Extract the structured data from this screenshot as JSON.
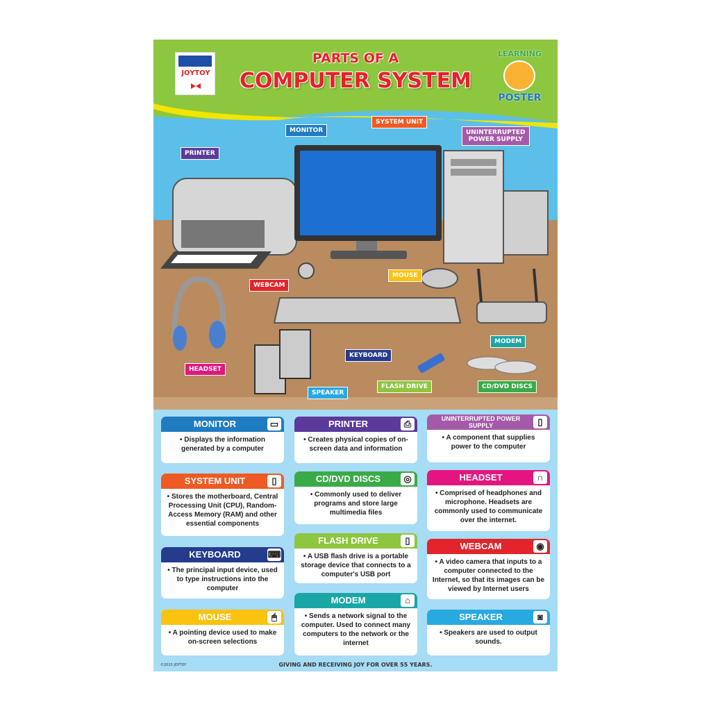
{
  "header": {
    "title_line1": "PARTS OF A",
    "title_line2": "COMPUTER SYSTEM",
    "brand_logo": "JOYTOY",
    "badge_top": "LEARNING",
    "badge_bottom": "POSTER"
  },
  "scene_labels": {
    "printer": "PRINTER",
    "monitor": "MONITOR",
    "system_unit": "SYSTEM UNIT",
    "ups": "UNINTERRUPTED\nPOWER SUPPLY",
    "webcam": "WEBCAM",
    "mouse": "MOUSE",
    "keyboard": "KEYBOARD",
    "modem": "MODEM",
    "headset": "HEADSET",
    "speaker": "SPEAKER",
    "flash_drive": "FLASH DRIVE",
    "cd_dvd": "CD/DVD DISCS"
  },
  "cards": [
    {
      "id": "monitor",
      "title": "MONITOR",
      "icon": "monitor-icon",
      "color": "#1f7cc1",
      "text": "• Displays the information generated by a computer"
    },
    {
      "id": "system-unit",
      "title": "SYSTEM UNIT",
      "icon": "system-unit-icon",
      "color": "#ef5a24",
      "text": "• Stores the motherboard, Central Processing Unit (CPU), Random-Access Memory (RAM) and other essential components"
    },
    {
      "id": "keyboard",
      "title": "KEYBOARD",
      "icon": "keyboard-icon",
      "color": "#253b8c",
      "text": "• The principal input device, used to type instructions into the computer"
    },
    {
      "id": "mouse",
      "title": "MOUSE",
      "icon": "mouse-icon",
      "color": "#fbc210",
      "text": "• A pointing device used to make on-screen selections"
    },
    {
      "id": "printer",
      "title": "PRINTER",
      "icon": "printer-icon",
      "color": "#5b3a9b",
      "text": "• Creates physical copies of on-screen data and information"
    },
    {
      "id": "cd-dvd",
      "title": "CD/DVD DISCS",
      "icon": "disc-icon",
      "color": "#3aab48",
      "text": "• Commonly used to deliver programs and store large multimedia files"
    },
    {
      "id": "flash-drive",
      "title": "FLASH DRIVE",
      "icon": "flash-drive-icon",
      "color": "#8dc63f",
      "text": "• A USB flash drive is a portable storage device that connects to a computer's USB port"
    },
    {
      "id": "modem",
      "title": "MODEM",
      "icon": "router-icon",
      "color": "#1ba6a6",
      "text": "• Sends a network signal to the computer. Used to connect many computers to the network or the internet"
    },
    {
      "id": "ups",
      "title": "UNINTERRUPTED POWER SUPPLY",
      "icon": "ups-icon",
      "color": "#a45aa8",
      "text": "• A component that supplies power to the computer"
    },
    {
      "id": "headset",
      "title": "HEADSET",
      "icon": "headset-icon",
      "color": "#e3167f",
      "text": "• Comprised of headphones and microphone. Headsets are commonly used to communicate over the internet."
    },
    {
      "id": "webcam",
      "title": "WEBCAM",
      "icon": "webcam-icon",
      "color": "#e2242b",
      "text": "• A video camera that inputs to a computer connected to the Internet, so that its images can be viewed by Internet users"
    },
    {
      "id": "speaker",
      "title": "SPEAKER",
      "icon": "speaker-icon",
      "color": "#28a9e0",
      "text": "• Speakers are used to output sounds."
    }
  ],
  "footer": {
    "tagline": "GIVING AND RECEIVING JOY FOR OVER 55 YEARS.",
    "copyright": "©2015 JOYTOY"
  }
}
